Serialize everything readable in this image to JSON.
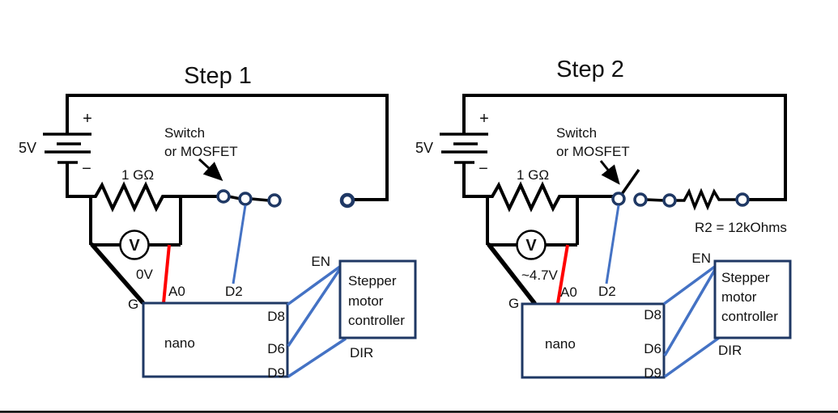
{
  "colors": {
    "wire": "#000000",
    "box": "#1f3864",
    "link": "#4472c4",
    "probe": "#ff0000",
    "ink": "#111111",
    "bg": "#ffffff"
  },
  "steps": [
    {
      "title": "Step 1",
      "battery_label": "5V",
      "plus": "+",
      "minus": "−",
      "r1_label": "1 GΩ",
      "switch_note_line1": "Switch",
      "switch_note_line2": "or MOSFET",
      "meter_symbol": "V",
      "meter_reading": "0V",
      "nano_label": "nano",
      "pin_g": "G",
      "pin_a0": "A0",
      "pin_d2": "D2",
      "pin_d8": "D8",
      "pin_d6": "D6",
      "pin_d9": "D9",
      "stepper_line1": "Stepper",
      "stepper_line2": "motor",
      "stepper_line3": "controller",
      "pin_en": "EN",
      "pin_dir": "DIR"
    },
    {
      "title": "Step 2",
      "battery_label": "5V",
      "plus": "+",
      "minus": "−",
      "r1_label": "1 GΩ",
      "r2_label": "R2 = 12kOhms",
      "switch_note_line1": "Switch",
      "switch_note_line2": "or MOSFET",
      "meter_symbol": "V",
      "meter_reading": "~4.7V",
      "nano_label": "nano",
      "pin_g": "G",
      "pin_a0": "A0",
      "pin_d2": "D2",
      "pin_d8": "D8",
      "pin_d6": "D6",
      "pin_d9": "D9",
      "stepper_line1": "Stepper",
      "stepper_line2": "motor",
      "stepper_line3": "controller",
      "pin_en": "EN",
      "pin_dir": "DIR"
    }
  ]
}
